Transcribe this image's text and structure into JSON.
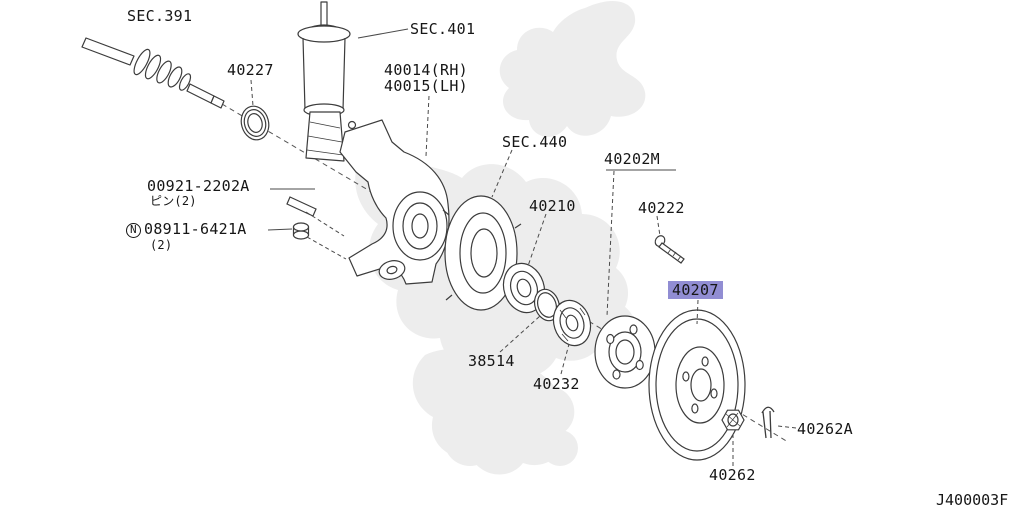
{
  "diagram": {
    "drawing_id": "J400003F",
    "highlighted_part": "40207",
    "highlight_color": "#918dd3"
  },
  "labels": {
    "sec391": "SEC.391",
    "sec401": "SEC.401",
    "p40227": "40227",
    "p40014": "40014(RH)",
    "p40015": "40015(LH)",
    "sec440": "SEC.440",
    "p40202m": "40202M",
    "p40210": "40210",
    "p40222": "40222",
    "p00921": "00921-2202A",
    "p00921_qty": "ピン(2)",
    "p08911_prefix": "N",
    "p08911": "08911-6421A",
    "p08911_qty": "(2)",
    "p40207": "40207",
    "p38514": "38514",
    "p40232": "40232",
    "p40262": "40262",
    "p40262a": "40262A"
  }
}
